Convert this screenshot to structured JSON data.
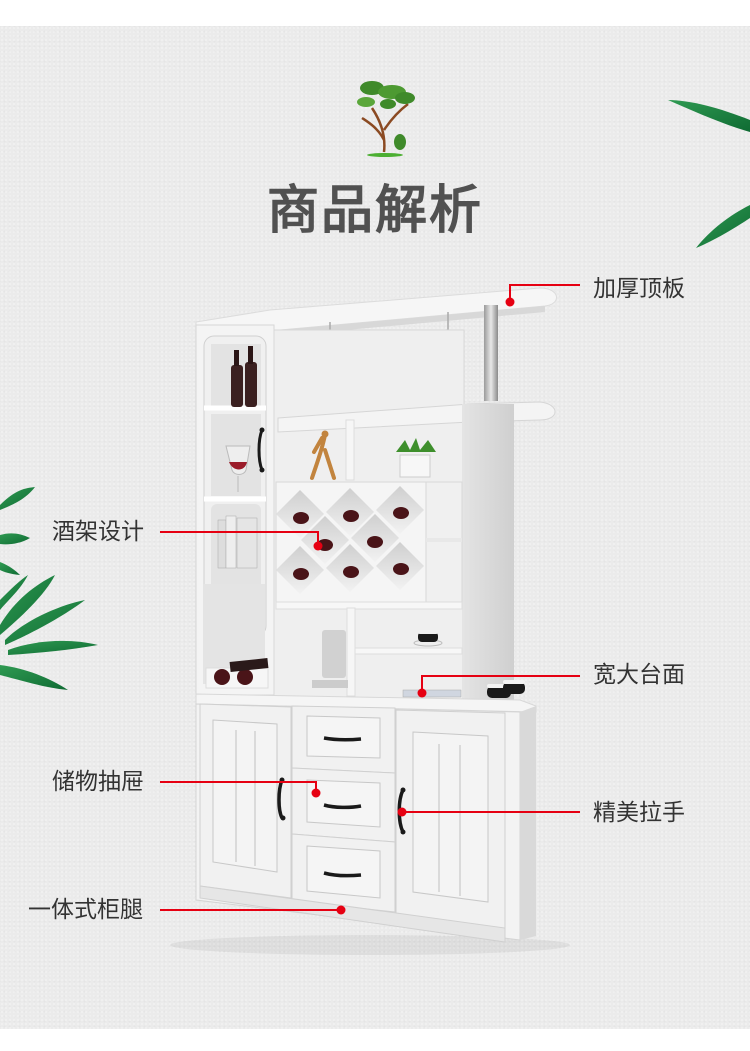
{
  "page": {
    "title": "商品解析",
    "accent_color": "#e60012",
    "background_color": "#ebebeb"
  },
  "callouts": [
    {
      "label": "加厚顶板",
      "side": "right"
    },
    {
      "label": "酒架设计",
      "side": "left"
    },
    {
      "label": "宽大台面",
      "side": "right"
    },
    {
      "label": "储物抽屉",
      "side": "left"
    },
    {
      "label": "精美拉手",
      "side": "right"
    },
    {
      "label": "一体式柜腿",
      "side": "left"
    }
  ],
  "decor": {
    "top_icon": "tree-icon",
    "leaves": [
      "leaf-branch-left",
      "leaf-branch-right"
    ]
  }
}
